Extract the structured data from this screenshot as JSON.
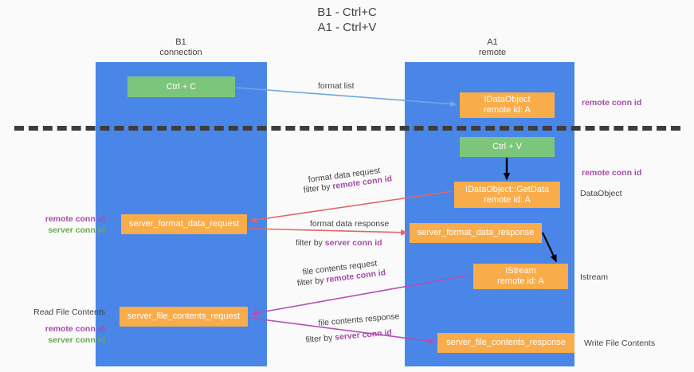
{
  "title": {
    "line1": "B1 - Ctrl+C",
    "line2": "A1 - Ctrl+V"
  },
  "lanes": [
    {
      "id": "b1",
      "name": "B1",
      "role": "connection",
      "color": "#4a86e8"
    },
    {
      "id": "a1",
      "name": "A1",
      "role": "remote",
      "color": "#4a86e8"
    }
  ],
  "nodes": {
    "ctrl_c": {
      "label": "Ctrl + C",
      "sub": "",
      "color": "#7cc67c"
    },
    "idataobject": {
      "label": "IDataObject",
      "sub": "remote id: A",
      "color": "#f9ac4a"
    },
    "ctrl_v": {
      "label": "Ctrl + V",
      "sub": "",
      "color": "#7cc67c"
    },
    "getdata": {
      "label": "IDataObject::GetData",
      "sub": "remote id: A",
      "color": "#f9ac4a"
    },
    "sfd_request": {
      "label": "server_format_data_request",
      "sub": "",
      "color": "#f9ac4a"
    },
    "sfd_response": {
      "label": "server_format_data_response",
      "sub": "",
      "color": "#f9ac4a"
    },
    "istream": {
      "label": "IStream",
      "sub": "remote id: A",
      "color": "#f9ac4a"
    },
    "sfc_request": {
      "label": "server_file_contents_request",
      "sub": "",
      "color": "#f9ac4a"
    },
    "sfc_response": {
      "label": "server_file_contents_response",
      "sub": "",
      "color": "#f9ac4a"
    }
  },
  "edges": {
    "format_list": "format list",
    "format_data_request": "format data request",
    "format_data_filter": {
      "prefix": "filter by ",
      "key": "remote conn id"
    },
    "format_data_response": "format data response",
    "format_resp_filter": {
      "prefix": "filter by ",
      "key": "server conn id"
    },
    "file_contents_request": "file contents request",
    "file_req_filter": {
      "prefix": "filter by ",
      "key": "remote conn id"
    },
    "file_contents_response": "file contents response",
    "file_resp_filter": {
      "prefix": "filter by ",
      "key": "server conn id"
    }
  },
  "annotations": {
    "right_remote_conn_top": "remote conn id",
    "right_remote_conn_mid": "remote conn id",
    "right_dataobject": "DataObject",
    "right_istream": "Istream",
    "right_write_file": "Write File Contents",
    "left_remote_conn": "remote conn id",
    "left_server_conn": "server conn id",
    "left_read_file": "Read File Contents",
    "left_remote_conn2": "remote conn id",
    "left_server_conn2": "server conn id"
  },
  "colors": {
    "lane": "#4a86e8",
    "green_node": "#7cc67c",
    "orange_node": "#f9ac4a",
    "purple_text": "#a64ca6",
    "green_text": "#6aa84f",
    "blue_arrow": "#6fa8dc",
    "red_arrow": "#e06666",
    "magenta_arrow": "#b44fb4",
    "black_arrow": "#000000",
    "divider": "#3d3d3d",
    "background": "#fafafa"
  }
}
